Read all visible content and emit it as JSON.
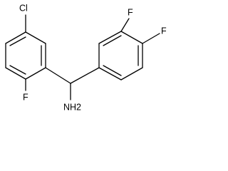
{
  "molecule": {
    "labels": {
      "cl": "Cl",
      "f_left": "F",
      "f_meta": "F",
      "f_para": "F",
      "amine": "NH2"
    }
  }
}
